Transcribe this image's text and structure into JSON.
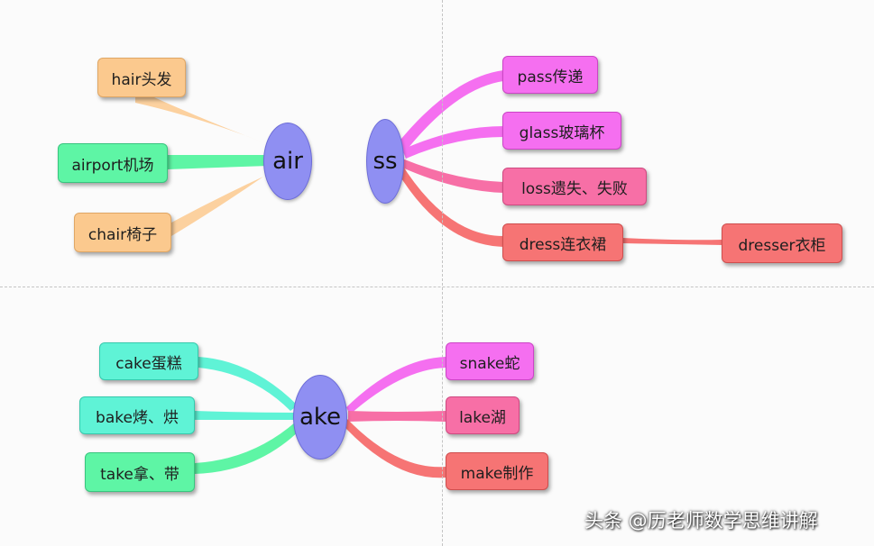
{
  "groups": {
    "air": {
      "root": "air",
      "branches": [
        "hair头发",
        "airport机场",
        "chair椅子"
      ]
    },
    "ss": {
      "root": "ss",
      "branches": [
        "pass传递",
        "glass玻璃杯",
        "loss遗失、失败",
        "dress连衣裙"
      ],
      "sub_branch": "dresser衣柜"
    },
    "ake": {
      "root": "ake",
      "left_branches": [
        "cake蛋糕",
        "bake烤、烘",
        "take拿、带"
      ],
      "right_branches": [
        "snake蛇",
        "lake湖",
        "make制作"
      ]
    }
  },
  "watermark": "头条 @历老师数学思维讲解",
  "colors": {
    "root": "#8f8ff2",
    "orange": "#fbc98e",
    "green": "#5ef5a5",
    "cyan": "#5ff3d6",
    "magenta": "#f56ff0",
    "pink": "#f76fa6",
    "salmon": "#f67474"
  }
}
